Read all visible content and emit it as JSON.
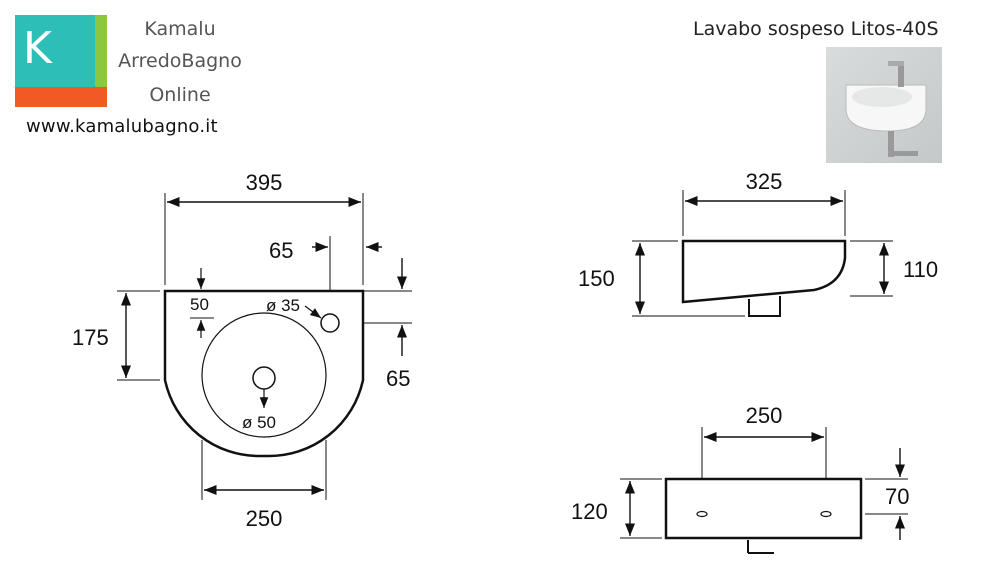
{
  "brand": {
    "line1": "Kamalu",
    "line2": "ArredoBagno",
    "line3": "Online",
    "website": "www.kamalubagno.it",
    "logo_letter": "K",
    "colors": {
      "teal": "#2dbfb7",
      "green": "#8dc63f",
      "orange": "#f15a24"
    }
  },
  "product": {
    "title": "Lavabo sospeso Litos-40S"
  },
  "top_view": {
    "width": "395",
    "bottom_width": "250",
    "depth": "175",
    "tap_offset_x": "65",
    "tap_offset_y": "65",
    "rim": "50",
    "tap_hole": "ø 35",
    "drain_hole": "ø 50"
  },
  "side_view": {
    "width": "325",
    "height": "150",
    "basin_height": "110"
  },
  "front_view": {
    "fixing_distance": "250",
    "height": "120",
    "fixing_height": "70"
  }
}
